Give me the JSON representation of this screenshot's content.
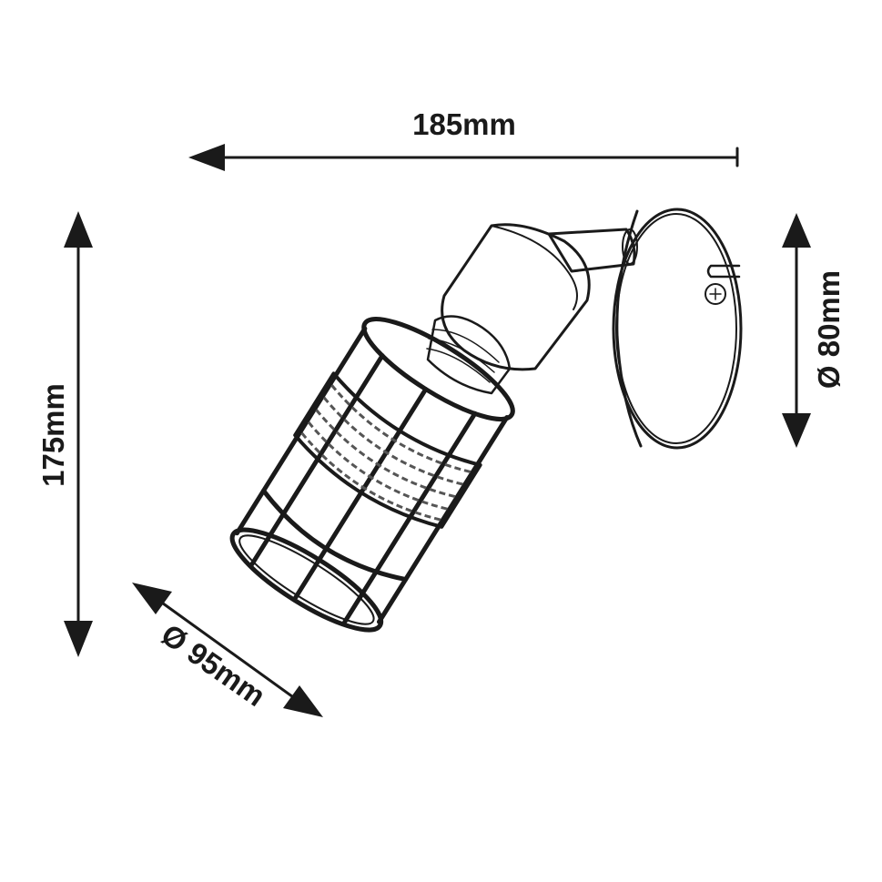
{
  "dimensions": {
    "width_label": "185mm",
    "height_label": "175mm",
    "base_diameter_label": "Ø 80mm",
    "shade_diameter_label": "Ø 95mm"
  },
  "colors": {
    "ink": "#1a1a1a",
    "background": "#ffffff",
    "rope": "#555555"
  },
  "icons": {
    "product": "cage-spotlight-drawing"
  }
}
